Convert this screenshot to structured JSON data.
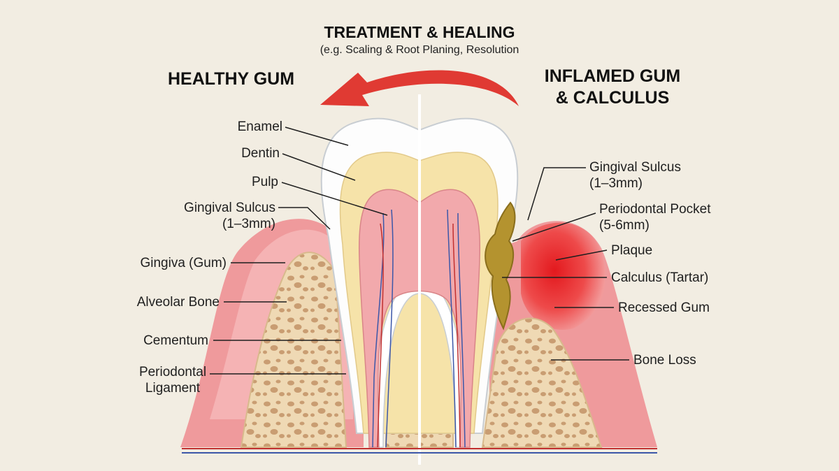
{
  "header": {
    "treatment_title": "TREATMENT & HEALING",
    "treatment_subtitle": "(e.g. Scaling & Root Planing, Resolution",
    "left_title": "HEALTHY GUM",
    "right_title": "INFLAMED GUM\n& CALCULUS"
  },
  "labels_left": {
    "enamel": "Enamel",
    "dentin": "Dentin",
    "pulp": "Pulp",
    "gingival_sulcus": "Gingival Sulcus\n(1–3mm)",
    "gingiva": "Gingiva (Gum)",
    "alveolar_bone": "Alveolar Bone",
    "cementum": "Cementum",
    "periodontal_ligament": "Periodontal\nLigament"
  },
  "labels_right": {
    "gingival_sulcus": "Gingival Sulcus\n(1–3mm)",
    "periodontal_pocket": "Periodontal Pocket\n(5-6mm)",
    "plaque": "Plaque",
    "calculus": "Calculus (Tartar)",
    "recessed_gum": "Recessed Gum",
    "bone_loss": "Bone Loss"
  },
  "colors": {
    "background": "#f2ede2",
    "gum": "#ef9a9c",
    "gum_light": "#f8c4c4",
    "inflamed": "#e8262a",
    "bone": "#efd9b4",
    "bone_pore": "#c99d72",
    "enamel": "#fdfdfd",
    "dentin": "#f6e3a9",
    "pulp": "#f2a9ac",
    "calculus": "#b4932f",
    "arrow": "#e03a33"
  }
}
